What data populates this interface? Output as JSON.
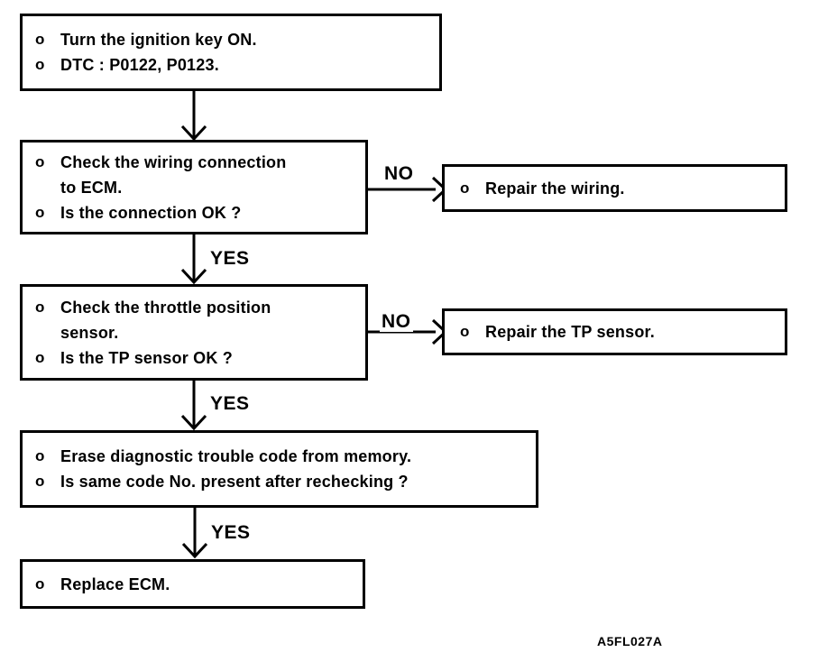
{
  "flowchart": {
    "bullet_char": "o",
    "ink_color": "#000000",
    "paper_color": "#ffffff",
    "labels": {
      "yes": "YES",
      "no": "NO"
    },
    "figure_code": "A5FL027A",
    "nodes": [
      {
        "id": "start",
        "bullets": [
          [
            "Turn the ignition key ON."
          ],
          [
            "DTC : P0122, P0123."
          ]
        ]
      },
      {
        "id": "check-wiring",
        "bullets": [
          [
            "Check the wiring connection",
            "to ECM."
          ],
          [
            "Is the connection OK ?"
          ]
        ]
      },
      {
        "id": "repair-wiring",
        "bullets": [
          [
            "Repair the wiring."
          ]
        ]
      },
      {
        "id": "check-tp-sensor",
        "bullets": [
          [
            "Check the throttle position",
            "sensor."
          ],
          [
            "Is the TP sensor OK ?"
          ]
        ]
      },
      {
        "id": "repair-tp-sensor",
        "bullets": [
          [
            "Repair the TP sensor."
          ]
        ]
      },
      {
        "id": "erase-dtc",
        "bullets": [
          [
            "Erase diagnostic trouble code from memory."
          ],
          [
            "Is same code No. present after rechecking ?"
          ]
        ]
      },
      {
        "id": "replace-ecm",
        "bullets": [
          [
            "Replace ECM."
          ]
        ]
      }
    ]
  }
}
